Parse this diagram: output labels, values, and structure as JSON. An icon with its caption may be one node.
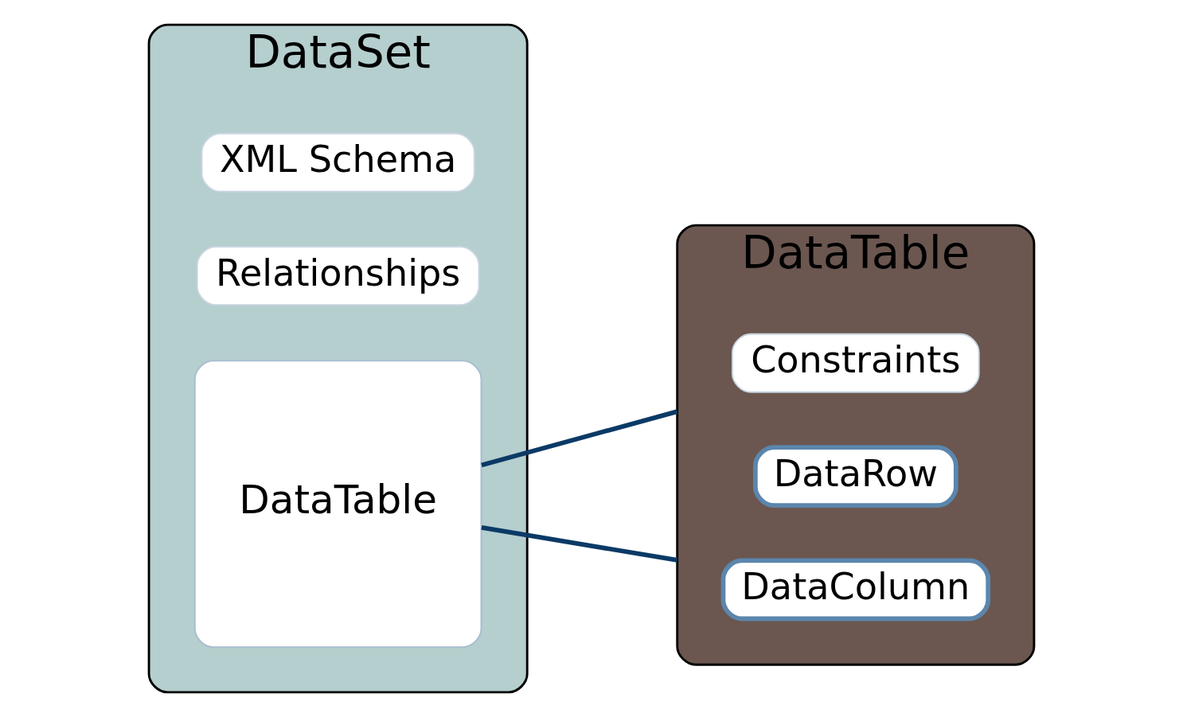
{
  "diagram": {
    "nodes": [
      {
        "text": [
          "DataSet"
        ]
      },
      {
        "text": [
          "DataTable"
        ],
        "in": 0
      },
      {
        "text": [
          "Relationships"
        ],
        "in": 0
      },
      {
        "text": [
          "XML Schema"
        ],
        "in": 0
      },
      {
        "text": [
          "DataTable"
        ]
      },
      {
        "text": [
          "DataColumn"
        ],
        "in": 4
      },
      {
        "text": [
          "DataRow"
        ],
        "in": 4
      },
      {
        "text": [
          "Constraints"
        ],
        "in": 4
      }
    ],
    "edges": [
      {
        "from": 1,
        "to": 4,
        "arrow": "none"
      },
      {
        "from": 1,
        "to": 4,
        "arrow": "none"
      }
    ]
  }
}
